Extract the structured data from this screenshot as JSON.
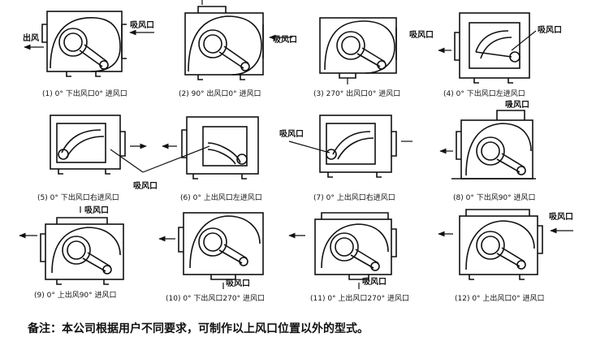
{
  "labels": {
    "outlet": "出风",
    "suction": "吸风口"
  },
  "variants": [
    {
      "id": 1,
      "caption": "(1) 0°  下出风口0°  进风口"
    },
    {
      "id": 2,
      "caption": "(2) 90°  出风口0°  进风口"
    },
    {
      "id": 3,
      "caption": "(3) 270°  出风口0°  进风口"
    },
    {
      "id": 4,
      "caption": "(4) 0°  下出风口左进风口"
    },
    {
      "id": 5,
      "caption": "(5) 0°  下出风口右进风口"
    },
    {
      "id": 6,
      "caption": "(6) 0°  上出风口左进风口"
    },
    {
      "id": 7,
      "caption": "(7) 0°  上出风口右进风口"
    },
    {
      "id": 8,
      "caption": "(8) 0°  下出风90°  进风口"
    },
    {
      "id": 9,
      "caption": "(9) 0°  上出风90°  进风口"
    },
    {
      "id": 10,
      "caption": "(10) 0°  下出风口270°  进风口"
    },
    {
      "id": 11,
      "caption": "(11) 0°  上出风口270°  进风口"
    },
    {
      "id": 12,
      "caption": "(12) 0°  上出风口0°  进风口"
    }
  ],
  "footnote": "备注：本公司根据用户不同要求，可制作以上风口位置以外的型式。"
}
